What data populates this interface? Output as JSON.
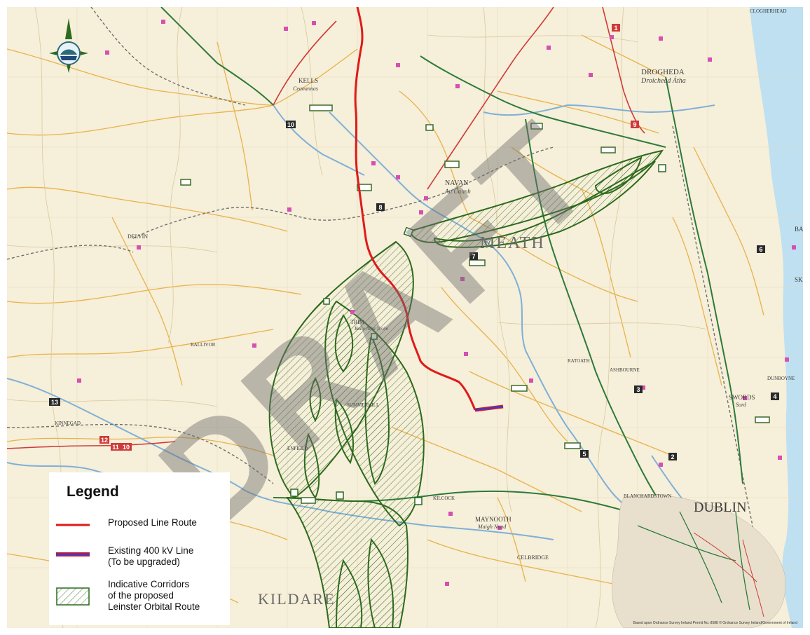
{
  "map": {
    "towns": {
      "drogheda": "DROGHEDA",
      "drogheda_irish": "Droichead Átha",
      "kells": "KELLS",
      "kells_irish": "Ceanannas",
      "navan": "NAVAN",
      "navan_irish": "An Uaimh",
      "trim": "TRIM",
      "trim_irish": "Baile Átha Troim",
      "maynooth": "MAYNOOTH",
      "maynooth_irish": "Maigh Nuad",
      "dublin": "DUBLIN",
      "swords": "SWORDS",
      "swords_irish": "Sord",
      "kilcock": "KILCOCK",
      "ratoath": "RATOATH",
      "delvin": "DELVIN",
      "balbriggan": "BAL",
      "skerries": "SKE",
      "celbridge": "CELBRIDGE",
      "dunboyne": "DUNBOYNE",
      "clogherhead": "CLOGHERHEAD",
      "ballivor": "BALLIVOR",
      "kinnegad": "KINNEGAD",
      "enfield": "ENFIELD",
      "summerhill": "SUMMERHILL",
      "blanchardstown": "BLANCHARDSTOWN",
      "ashbourne": "ASHBOURNE"
    },
    "counties": {
      "meath": "MEATH",
      "kildare": "KILDARE"
    },
    "routes": [
      "10",
      "9",
      "8",
      "3",
      "4",
      "2",
      "5",
      "6",
      "7",
      "13",
      "12",
      "11",
      "10",
      "1"
    ],
    "watermark": "DRAFT",
    "copyright": "Based upon Ordnance Survey Ireland Permit No. 8588 © Ordnance Survey Ireland/Government of Ireland",
    "colors": {
      "proposed_line": "#e01a1a",
      "existing_400kv": "#3a3ad0",
      "corridor": "#2c6a1c",
      "motorway": "#2c7a3a",
      "national_road": "#cf3a3a",
      "regional_road": "#e2a830",
      "river": "#7fb0d8",
      "sea": "#bfe0f0",
      "land": "#f6efd9"
    }
  },
  "legend": {
    "title": "Legend",
    "items": [
      {
        "lines": [
          "Proposed Line Route"
        ]
      },
      {
        "lines": [
          "Existing 400 kV Line",
          "(To be upgraded)"
        ]
      },
      {
        "lines": [
          "Indicative Corridors",
          "of the proposed",
          "Leinster Orbital Route"
        ]
      }
    ]
  }
}
